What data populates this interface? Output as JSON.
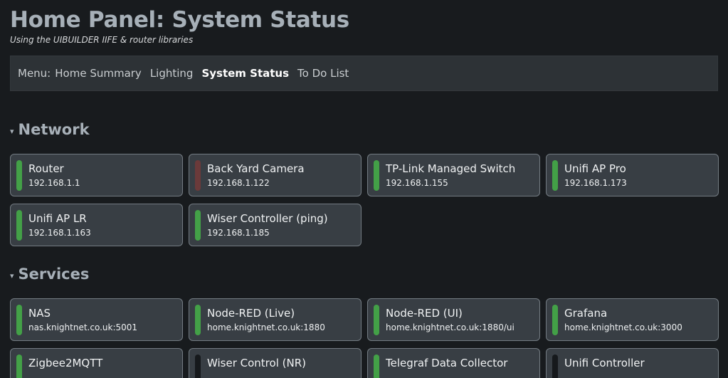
{
  "header": {
    "title": "Home Panel: System Status",
    "subtitle": "Using the UIBUILDER IIFE & router libraries"
  },
  "nav": {
    "menu_label": "Menu:",
    "items": [
      {
        "label": "Home Summary",
        "active": false
      },
      {
        "label": "Lighting",
        "active": false
      },
      {
        "label": "System Status",
        "active": true
      },
      {
        "label": "To Do List",
        "active": false
      }
    ]
  },
  "colors": {
    "ok": "#43a047",
    "error": "#6b3a3a",
    "unknown": "#16191c"
  },
  "sections": [
    {
      "title": "Network",
      "caret_icon": "▾",
      "cards": [
        {
          "name": "Router",
          "addr": "192.168.1.1",
          "status": "ok"
        },
        {
          "name": "Back Yard Camera",
          "addr": "192.168.1.122",
          "status": "error"
        },
        {
          "name": "TP-Link Managed Switch",
          "addr": "192.168.1.155",
          "status": "ok"
        },
        {
          "name": "Unifi AP Pro",
          "addr": "192.168.1.173",
          "status": "ok"
        },
        {
          "name": "Unifi AP LR",
          "addr": "192.168.1.163",
          "status": "ok"
        },
        {
          "name": "Wiser Controller (ping)",
          "addr": "192.168.1.185",
          "status": "ok"
        }
      ]
    },
    {
      "title": "Services",
      "caret_icon": "▾",
      "cards": [
        {
          "name": "NAS",
          "addr": "nas.knightnet.co.uk:5001",
          "status": "ok"
        },
        {
          "name": "Node-RED (Live)",
          "addr": "home.knightnet.co.uk:1880",
          "status": "ok"
        },
        {
          "name": "Node-RED (UI)",
          "addr": "home.knightnet.co.uk:1880/ui",
          "status": "ok"
        },
        {
          "name": "Grafana",
          "addr": "home.knightnet.co.uk:3000",
          "status": "ok"
        },
        {
          "name": "Zigbee2MQTT",
          "addr": "",
          "status": "ok"
        },
        {
          "name": "Wiser Control (NR)",
          "addr": "",
          "status": "unknown"
        },
        {
          "name": "Telegraf Data Collector",
          "addr": "",
          "status": "ok"
        },
        {
          "name": "Unifi Controller",
          "addr": "",
          "status": "unknown"
        }
      ]
    }
  ]
}
